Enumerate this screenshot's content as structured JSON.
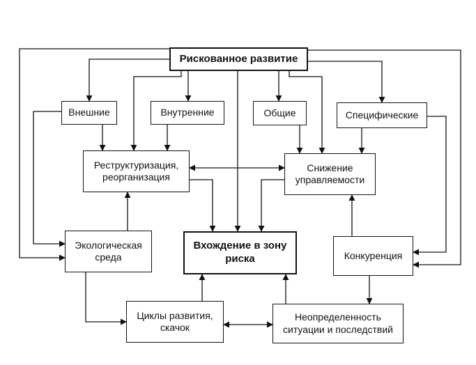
{
  "diagram": {
    "nodes": {
      "risk_development": "Рискованное развитие",
      "external": "Внешние",
      "internal": "Внутренние",
      "general": "Общие",
      "specific": "Специфические",
      "restructuring": "Реструктуризация,\nреорганизация",
      "manageability": "Снижение\nуправляемости",
      "ecological": "Экологическая\nсреда",
      "risk_zone": "Вхождение в зону\nриска",
      "competition": "Конкуренция",
      "cycles": "Циклы развития,\nскачок",
      "uncertainty": "Неопределенность\nситуации и последствий"
    },
    "stroke_color": "#111111"
  }
}
